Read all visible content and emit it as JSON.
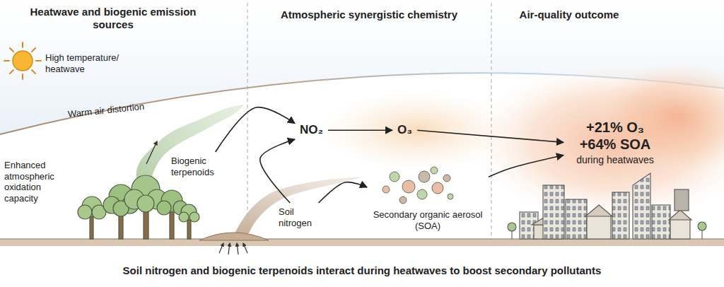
{
  "diagram": {
    "caption": "Soil nitrogen and biogenic terpenoids interact during heatwaves to boost secondary pollutants",
    "nodes": [
      {
        "text": [
          "Biogenic terpenoids"
        ]
      },
      {
        "text": [
          "Soil nitrogen"
        ]
      },
      {
        "text": [
          "NO₂"
        ]
      },
      {
        "text": [
          "O₃"
        ]
      },
      {
        "text": [
          "Secondary organic aerosol (SOA)"
        ]
      },
      {
        "text": [
          "+21% O₃ +64% SOA",
          "during heatwaves"
        ]
      }
    ],
    "edges": [
      {
        "from": 0,
        "to": 2,
        "arrow": "to"
      },
      {
        "from": 1,
        "to": 2,
        "arrow": "to"
      },
      {
        "from": 1,
        "to": 4,
        "arrow": "to"
      },
      {
        "from": 2,
        "to": 3,
        "arrow": "to"
      },
      {
        "from": 3,
        "to": 5,
        "arrow": "to"
      },
      {
        "from": 4,
        "to": 5,
        "arrow": "to"
      }
    ],
    "labels": [
      "Heatwave and biogenic emission sources",
      "Atmospheric synergistic chemistry",
      "Air-quality outcome",
      "High temperature/ heatwave",
      "Warm air distortion",
      "Enhanced atmospheric oxidation capacity"
    ]
  }
}
